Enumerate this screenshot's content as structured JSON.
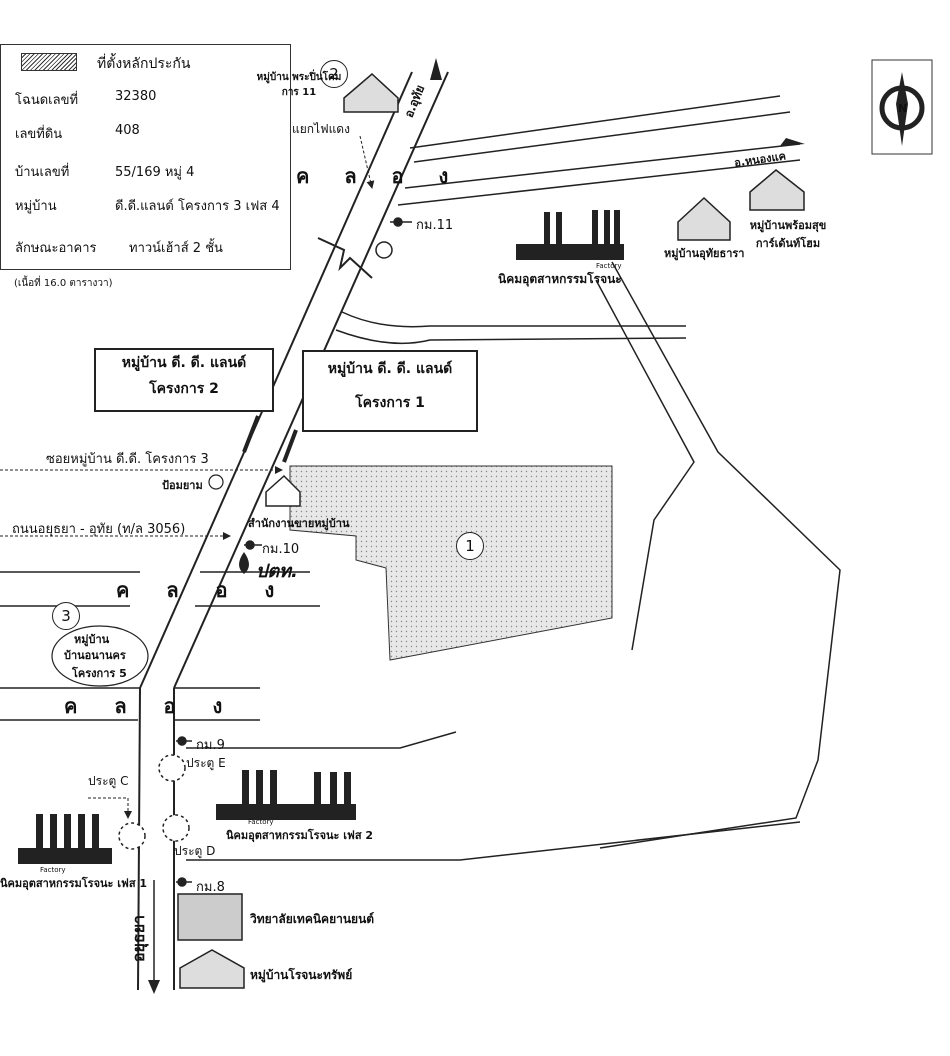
{
  "legend": {
    "title": "ที่ตั้งหลักประกัน",
    "rows": [
      {
        "label": "โฉนดเลขที่",
        "value": "32380"
      },
      {
        "label": "เลขที่ดิน",
        "value": "408"
      },
      {
        "label": "บ้านเลขที่",
        "value": "55/169 หมู่ 4"
      },
      {
        "label": "หมู่บ้าน",
        "value": "ดี.ดี.แลนด์ โครงการ 3 เฟส 4"
      },
      {
        "label": "ลักษณะอาคาร",
        "value": "ทาวน์เฮ้าส์ 2 ชั้น"
      }
    ],
    "area_note": "(เนื้อที่ 16.0 ตารางวา)"
  },
  "compass": {
    "letter": "N"
  },
  "markers": {
    "m1": "1",
    "m2": "2",
    "m3": "3"
  },
  "labels": {
    "village_11": "หมู่บ้าน พระปิ่นโคมการ 11",
    "traffic_light": "แยกไฟแดง",
    "road_uthai": "อ.อุทัย",
    "road_nongkhae": "อ.หนองแค",
    "km11": "กม.11",
    "km10": "กม.10",
    "km9": "กม.9",
    "km8": "กม.8",
    "canal_top": "ค ล อ ง",
    "canal_mid": "ค ล อ ง",
    "canal_low": "ค ล อ ง",
    "rojana_estate": "นิคมอุตสาหกรรมโรจนะ",
    "uthai_thara": "หมู่บ้านอุทัยธารา",
    "phromsuk": "หมู่บ้านพร้อมสุข การ์เด้นท์โฮม",
    "dd_proj2": "หมู่บ้าน ดี. ดี. แลนด์",
    "dd_proj2_sub": "โครงการ 2",
    "dd_proj1": "หมู่บ้าน ดี. ดี. แลนด์",
    "dd_proj1_sub": "โครงการ 1",
    "soi_dd3": "ซอยหมู่บ้าน ดี.ดี. โครงการ 3",
    "police_box": "ป้อมยาม",
    "sales_office": "สำนักงานขายหมู่บ้าน",
    "road_ayutthaya_uthai": "ถนนอยุธยา - อุทัย (ท/ล 3056)",
    "ptt": "ปตท.",
    "anan_village_1": "หมู่บ้าน",
    "anan_village_2": "บ้านอนานคร",
    "anan_village_3": "โครงการ 5",
    "gate_c": "ประตู C",
    "gate_e": "ประตู E",
    "gate_d": "ประตู D",
    "rojana_phase1": "นิคมอุตสาหกรรมโรจนะ เฟส 1",
    "rojana_phase2": "นิคมอุตสาหกรรมโรจนะ เฟส 2",
    "tech_college": "วิทยาลัยเทคนิคยานยนต์",
    "rojana_sap": "หมู่บ้านโรจนะทรัพย์",
    "ayutthaya": "อยุธยา",
    "factory": "Factory"
  }
}
